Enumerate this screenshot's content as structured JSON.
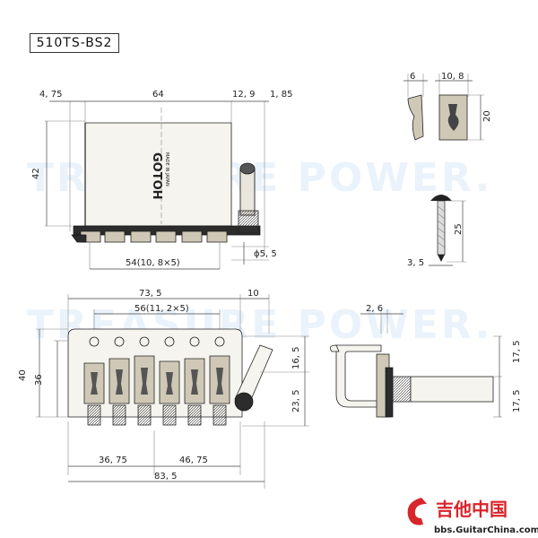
{
  "model": "510TS-BS2",
  "watermark": "TREASURE POWER.",
  "brand": {
    "name": "GOTOH",
    "made_in": "MADE IN JAPAN"
  },
  "dimensions": {
    "d_4_75": "4, 75",
    "d_64": "64",
    "d_12_9": "12, 9",
    "d_1_85": "1, 85",
    "d_42": "42",
    "d_phi_5_5": "ϕ5, 5",
    "d_54": "54(10, 8×5)",
    "d_6": "6",
    "d_10_8": "10, 8",
    "d_20": "20",
    "d_25": "25",
    "d_3_5": "3, 5",
    "d_73_5": "73, 5",
    "d_10": "10",
    "d_56": "56(11, 2×5)",
    "d_40": "40",
    "d_36": "36",
    "d_16_5": "16, 5",
    "d_23_5": "23, 5",
    "d_36_75": "36, 75",
    "d_46_75": "46, 75",
    "d_83_5": "83, 5",
    "d_2_6": "2, 6",
    "d_17_5_a": "17, 5",
    "d_17_5_b": "17, 5"
  },
  "site_logo": {
    "cn_text": "吉他中国",
    "url_text": "bbs.GuitarChina.com"
  },
  "colors": {
    "watermark": "#eaf3fb",
    "logo_red": "#d8242b"
  }
}
